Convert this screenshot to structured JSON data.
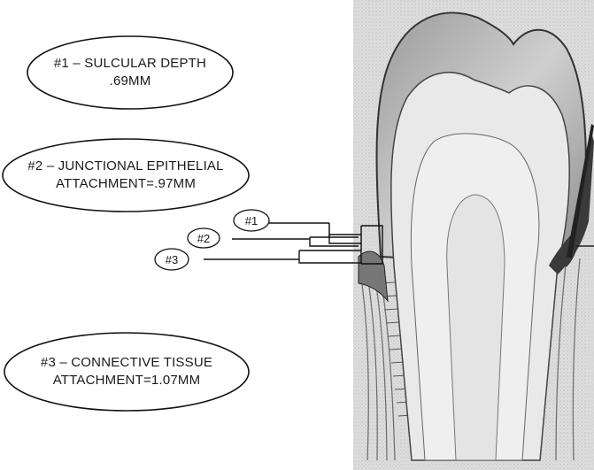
{
  "callouts": [
    {
      "line1": "#1 – SULCULAR DEPTH",
      "line2": ".69MM"
    },
    {
      "line1": "#2 – JUNCTIONAL EPITHELIAL",
      "line2": "ATTACHMENT=.97MM"
    },
    {
      "line1": "#3 – CONNECTIVE TISSUE",
      "line2": "ATTACHMENT=1.07MM"
    }
  ],
  "markers": [
    "#1",
    "#2",
    "#3"
  ]
}
